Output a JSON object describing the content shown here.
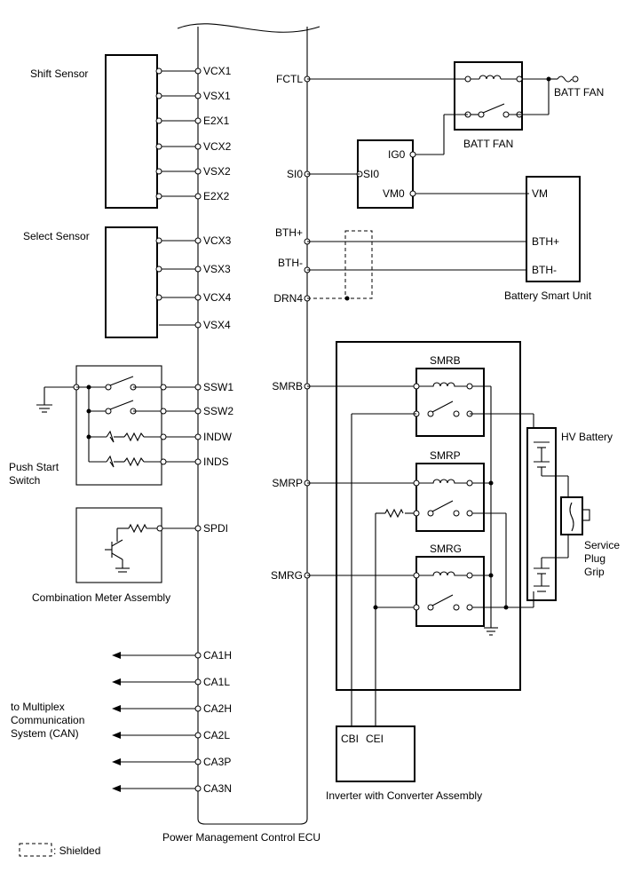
{
  "ecu": {
    "name": "Power Management Control ECU",
    "left_pins": [
      "VCX1",
      "VSX1",
      "E2X1",
      "VCX2",
      "VSX2",
      "E2X2",
      "VCX3",
      "VSX3",
      "VCX4",
      "VSX4",
      "SSW1",
      "SSW2",
      "INDW",
      "INDS",
      "SPDI",
      "CA1H",
      "CA1L",
      "CA2H",
      "CA2L",
      "CA3P",
      "CA3N"
    ],
    "right_pins": [
      "FCTL",
      "SI0",
      "BTH+",
      "BTH-",
      "DRN4",
      "SMRB",
      "SMRP",
      "SMRG"
    ]
  },
  "components": {
    "shift_sensor": "Shift Sensor",
    "select_sensor": "Select Sensor",
    "push_start_switch": "Push Start\nSwitch",
    "combination_meter": "Combination Meter Assembly",
    "can_target": "to Multiplex\nCommunication\nSystem (CAN)",
    "batt_fan_relay": "BATT FAN",
    "batt_fan_motor": "BATT FAN",
    "battery_smart_unit": "Battery Smart Unit",
    "bsu_pins": [
      "IG0",
      "SI0",
      "VM0"
    ],
    "bsu_connector_pins": [
      "VM",
      "BTH+",
      "BTH-"
    ],
    "smrb": "SMRB",
    "smrp": "SMRP",
    "smrg": "SMRG",
    "hv_battery": "HV Battery",
    "service_plug": "Service\nPlug\nGrip",
    "inverter": "Inverter with Converter Assembly",
    "inverter_pins": [
      "CBI",
      "CEI"
    ]
  },
  "legend": {
    "shielded": ": Shielded"
  }
}
